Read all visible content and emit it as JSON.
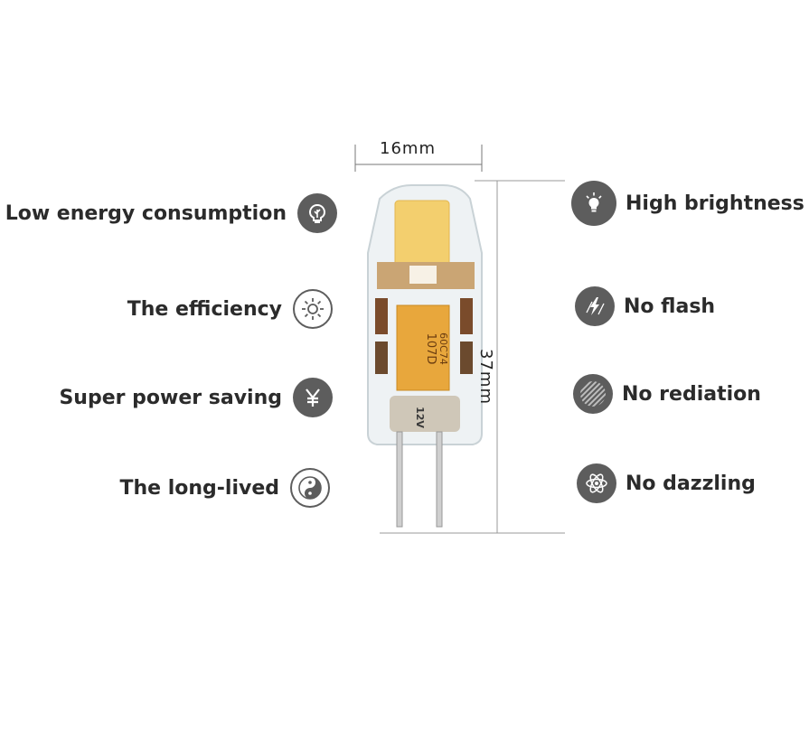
{
  "dimensions": {
    "width_label": "16mm",
    "height_label": "37mm"
  },
  "features_left": [
    {
      "label": "Low energy consumption",
      "icon": "leaf-bulb-icon"
    },
    {
      "label": "The efficiency",
      "icon": "sun-icon"
    },
    {
      "label": "Super power saving",
      "icon": "yen-icon"
    },
    {
      "label": "The long-lived",
      "icon": "yin-yang-icon"
    }
  ],
  "features_right": [
    {
      "label": "High brightness",
      "icon": "lightbulb-icon"
    },
    {
      "label": "No flash",
      "icon": "lightning-icon"
    },
    {
      "label": "No rediation",
      "icon": "stripes-icon"
    },
    {
      "label": "No dazzling",
      "icon": "atom-icon"
    }
  ],
  "bulb": {
    "chip_text_1": "107D",
    "chip_text_2": "60C74",
    "base_text": "12V"
  },
  "colors": {
    "icon_gray": "#5d5d5d",
    "led_yellow": "#f3cf6e",
    "chip_orange": "#e8a73c",
    "label_text": "#2b2b2b"
  }
}
